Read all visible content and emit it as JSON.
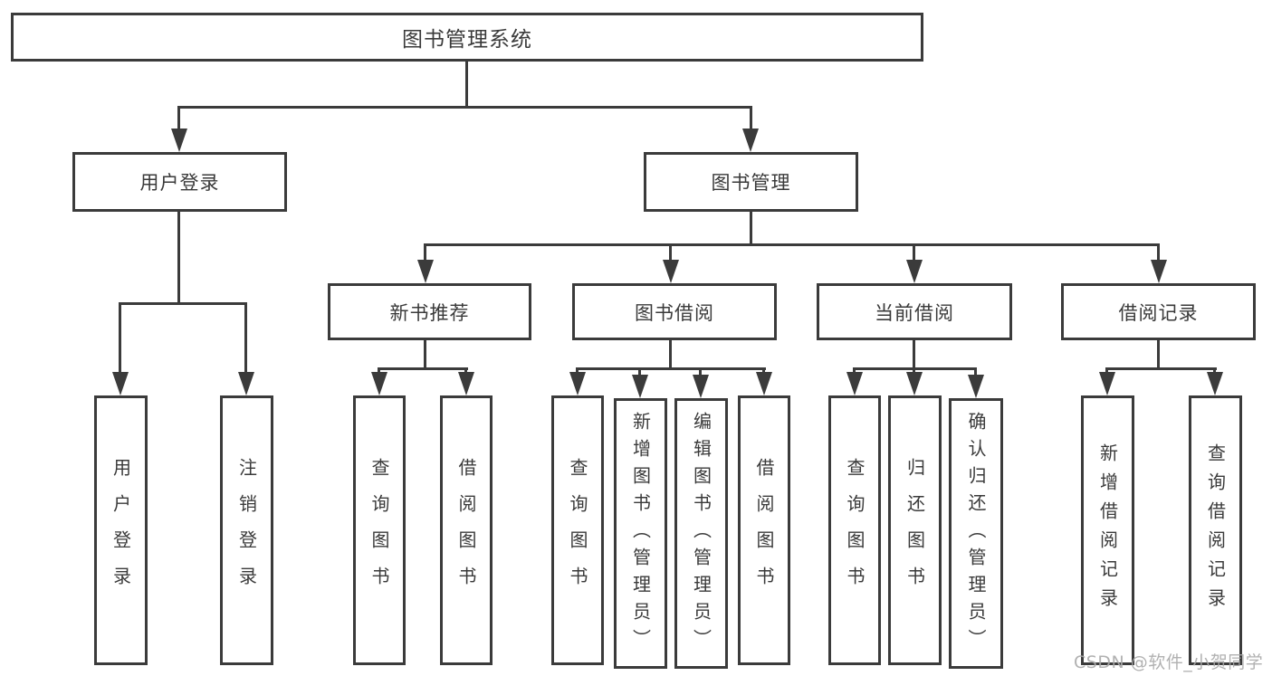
{
  "accent_color": "#3b3b3b",
  "watermark": {
    "text": "CSDN @软件_小贺同学",
    "color": "#a9a9a9"
  },
  "root": {
    "label": "图书管理系统"
  },
  "user_login": {
    "label": "用户登录",
    "children": [
      {
        "label": "用户登录"
      },
      {
        "label": "注销登录"
      }
    ]
  },
  "book_mgmt": {
    "label": "图书管理",
    "groups": [
      {
        "label": "新书推荐",
        "children": [
          {
            "label": "查询图书"
          },
          {
            "label": "借阅图书"
          }
        ]
      },
      {
        "label": "图书借阅",
        "children": [
          {
            "label": "查询图书"
          },
          {
            "label": "新增图书（管理员）"
          },
          {
            "label": "编辑图书（管理员）"
          },
          {
            "label": "借阅图书"
          }
        ]
      },
      {
        "label": "当前借阅",
        "children": [
          {
            "label": "查询图书"
          },
          {
            "label": "归还图书"
          },
          {
            "label": "确认归还（管理员）"
          }
        ]
      },
      {
        "label": "借阅记录",
        "children": [
          {
            "label": "新增借阅记录"
          },
          {
            "label": "查询借阅记录"
          }
        ]
      }
    ]
  }
}
